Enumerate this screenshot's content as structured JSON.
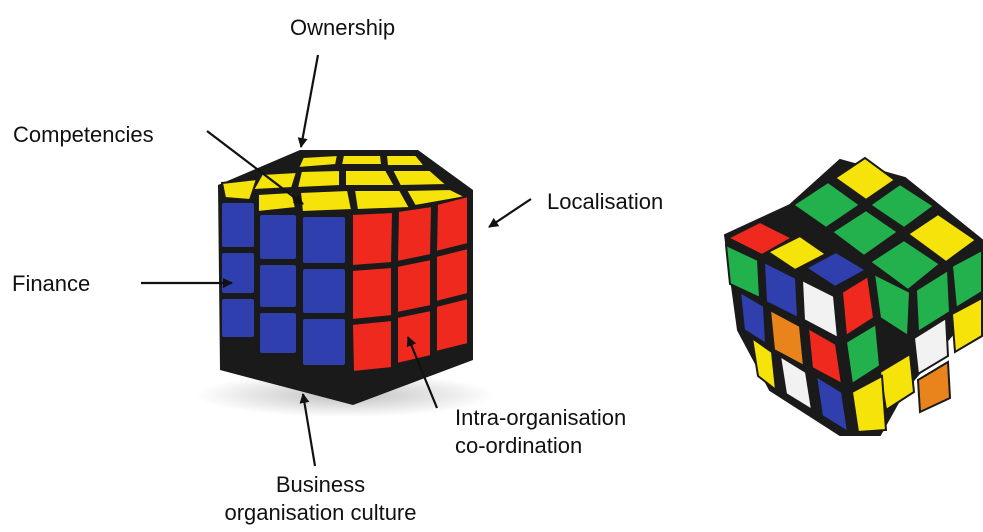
{
  "labels": {
    "ownership": "Ownership",
    "competencies": "Competencies",
    "localisation": "Localisation",
    "finance": "Finance",
    "intra_line1": "Intra-organisation",
    "intra_line2": "co-ordination",
    "business_line1": "Business",
    "business_line2": "organisation culture"
  },
  "icons": {
    "left": "solved-rubiks-cube-icon",
    "right": "scrambled-rubiks-cube-icon"
  },
  "colors": {
    "yellow": "#f5e30a",
    "red": "#f0291e",
    "blue": "#2f3fae",
    "green": "#22b14c",
    "white": "#f2f2f2",
    "orange": "#e8841b",
    "frame": "#1a1a1a"
  }
}
